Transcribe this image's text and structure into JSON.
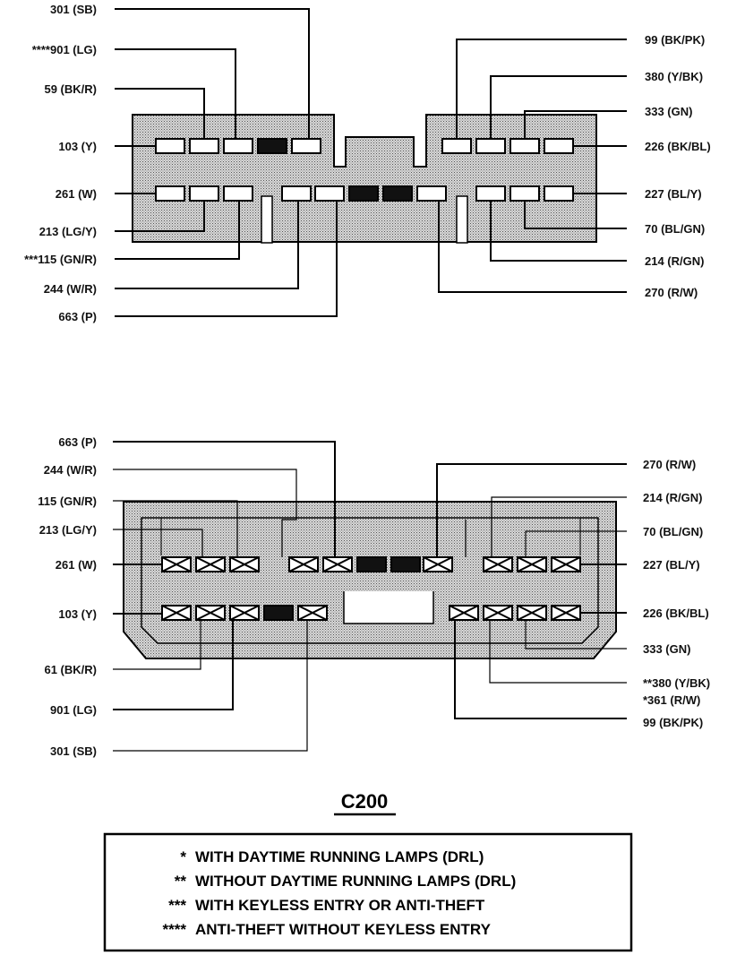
{
  "top_connector": {
    "left_labels": [
      "301 (SB)",
      "****901 (LG)",
      "59 (BK/R)",
      "103 (Y)",
      "261 (W)",
      "213 (LG/Y)",
      "***115 (GN/R)",
      "244 (W/R)",
      "663 (P)"
    ],
    "right_labels": [
      "99 (BK/PK)",
      "380 (Y/BK)",
      "333 (GN)",
      "226 (BK/BL)",
      "227 (BL/Y)",
      "70 (BL/GN)",
      "214 (R/GN)",
      "270 (R/W)"
    ]
  },
  "bottom_connector": {
    "left_labels": [
      "663 (P)",
      "244 (W/R)",
      "115 (GN/R)",
      "213 (LG/Y)",
      "261 (W)",
      "103 (Y)",
      "61 (BK/R)",
      "901 (LG)",
      "301 (SB)"
    ],
    "right_labels": [
      "270 (R/W)",
      "214 (R/GN)",
      "70 (BL/GN)",
      "227 (BL/Y)",
      "226 (BK/BL)",
      "333 (GN)",
      "**380 (Y/BK)",
      "*361 (R/W)",
      "99 (BK/PK)"
    ]
  },
  "connector_id": "C200",
  "legend": [
    {
      "mark": "*",
      "text": "WITH DAYTIME RUNNING LAMPS (DRL)"
    },
    {
      "mark": "**",
      "text": "WITHOUT DAYTIME RUNNING LAMPS (DRL)"
    },
    {
      "mark": "***",
      "text": "WITH KEYLESS ENTRY OR ANTI-THEFT"
    },
    {
      "mark": "****",
      "text": "ANTI-THEFT WITHOUT KEYLESS ENTRY"
    }
  ],
  "colors": {
    "ink": "#000000",
    "body_fill": "#c9c9c9",
    "background": "#ffffff"
  }
}
